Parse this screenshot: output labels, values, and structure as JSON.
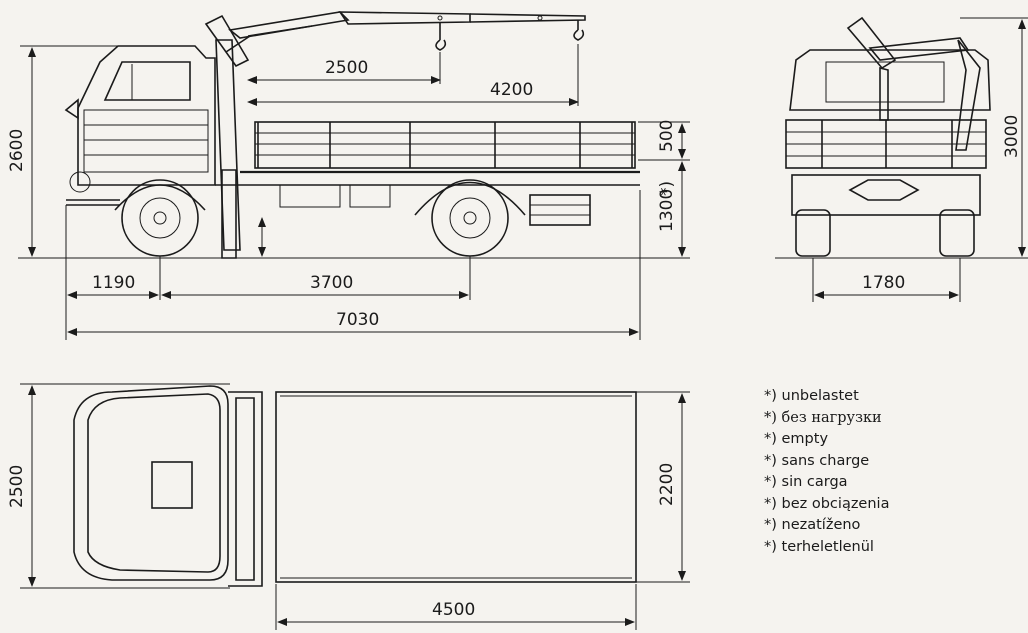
{
  "dimensions": {
    "crane_reach_short": "2500",
    "crane_reach_long": "4200",
    "overall_height": "2600",
    "side_board_height": "500",
    "platform_height": "1300",
    "platform_height_marker": "*)",
    "front_overhang": "1190",
    "wheelbase": "3700",
    "overall_length": "7030",
    "height_rear": "3000",
    "track_width": "1780",
    "overall_width": "2500",
    "platform_width": "2200",
    "platform_length": "4500"
  },
  "legend": {
    "items": [
      "*) unbelastet",
      "*) без нагрузки",
      "*) empty",
      "*) sans charge",
      "*) sin carga",
      "*) bez obciązenia",
      "*) nezatíženo",
      "*) terheletlenül"
    ]
  }
}
